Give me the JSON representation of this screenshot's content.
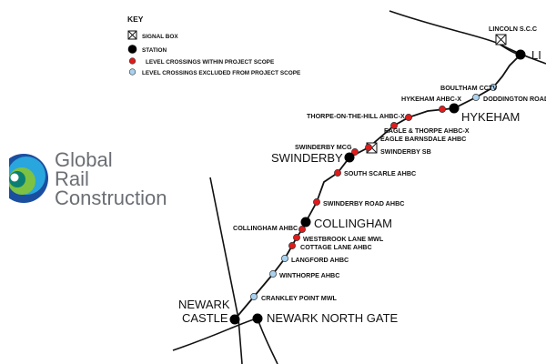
{
  "key": {
    "title": "KEY",
    "items": [
      {
        "symbol": "signal-box",
        "label": "SIGNAL BOX"
      },
      {
        "symbol": "station",
        "label": "STATION"
      },
      {
        "symbol": "crossing-in-scope",
        "label": "LEVEL CROSSINGS WITHIN PROJECT SCOPE"
      },
      {
        "symbol": "crossing-excluded",
        "label": "LEVEL CROSSINGS EXCLUDED FROM PROJECT SCOPE"
      }
    ]
  },
  "logo": {
    "lines": [
      "Global",
      "Rail",
      "Construction"
    ],
    "colors": [
      "#1a4fa0",
      "#2aa6de",
      "#7dc242",
      "#0b7f72"
    ]
  },
  "colors": {
    "line": "#111111",
    "station": "#000000",
    "in_scope": "#e01b1b",
    "excluded": "#a9d2f0"
  },
  "signal_boxes": [
    {
      "label": "LINCOLN S.C.C"
    },
    {
      "label": "SWINDERBY SB"
    }
  ],
  "stations": [
    {
      "label": "LI"
    },
    {
      "label": "HYKEHAM"
    },
    {
      "label": "SWINDERBY"
    },
    {
      "label": "COLLINGHAM"
    },
    {
      "label": "NEWARK"
    },
    {
      "label": "CASTLE"
    },
    {
      "label": "NEWARK NORTH GATE"
    }
  ],
  "crossings": [
    {
      "label": "BOULTHAM CCTV",
      "scope": "excluded"
    },
    {
      "label": "DODDINGTON ROAD",
      "scope": "excluded"
    },
    {
      "label": "HYKEHAM AHBC-X",
      "scope": "in"
    },
    {
      "label": "THORPE-ON-THE-HILL AHBC-X",
      "scope": "in"
    },
    {
      "label": "EAGLE & THORPE AHBC-X",
      "scope": "in"
    },
    {
      "label": "EAGLE BARNSDALE AHBC",
      "scope": "in"
    },
    {
      "label": "SWINDERBY MCG",
      "scope": "in"
    },
    {
      "label": "SOUTH SCARLE AHBC",
      "scope": "in"
    },
    {
      "label": "SWINDERBY ROAD AHBC",
      "scope": "in"
    },
    {
      "label": "COLLINGHAM AHBC",
      "scope": "in"
    },
    {
      "label": "WESTBROOK LANE MWL",
      "scope": "in"
    },
    {
      "label": "COTTAGE LANE AHBC",
      "scope": "in"
    },
    {
      "label": "LANGFORD AHBC",
      "scope": "excluded"
    },
    {
      "label": "WINTHORPE AHBC",
      "scope": "excluded"
    },
    {
      "label": "CRANKLEY POINT MWL",
      "scope": "excluded"
    }
  ]
}
